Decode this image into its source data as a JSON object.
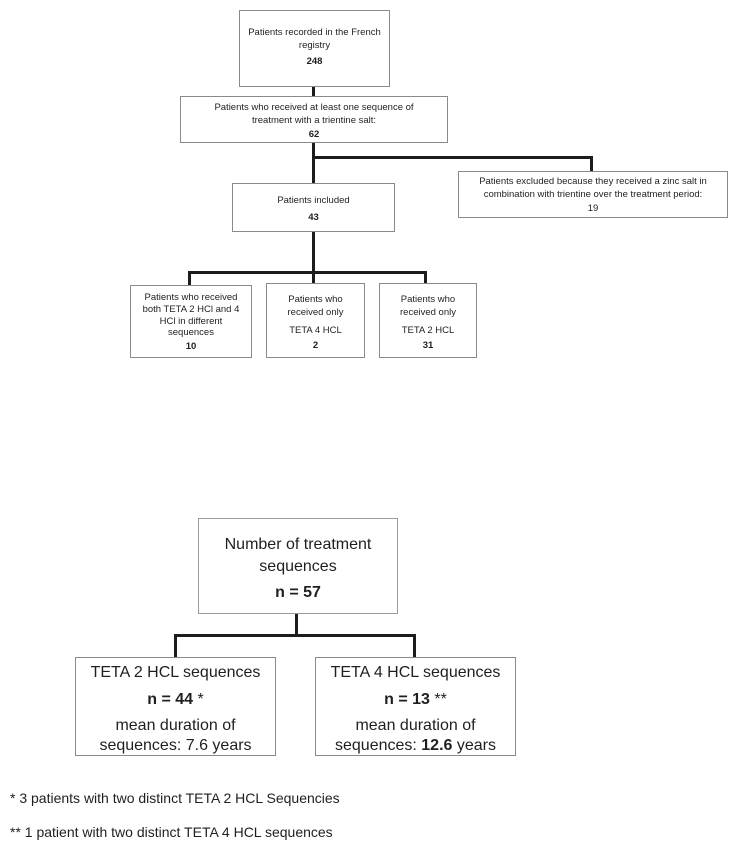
{
  "diagram1": {
    "registry_box": {
      "text": "Patients recorded in the French\nregistry",
      "value": "248"
    },
    "sequence_box": {
      "text": "Patients who received at least one sequence of\ntreatment with a trientine salt:",
      "value": "62"
    },
    "excluded_box": {
      "text": "Patients excluded because they received a zinc salt in\ncombination with trientine over the treatment period:",
      "value": "19"
    },
    "included_box": {
      "text": "Patients included",
      "value": "43"
    },
    "both_salts_box": {
      "text": "Patients who received\nboth TETA 2 HCl and 4\nHCl in different\nsequences",
      "value": "10"
    },
    "only_teta4_box": {
      "text": "Patients who\nreceived only",
      "drug": "TETA 4 HCL",
      "value": "2"
    },
    "only_teta2_box": {
      "text": "Patients who\nreceived only",
      "drug": "TETA 2 HCL",
      "value": "31"
    }
  },
  "diagram2": {
    "total_box": {
      "text": "Number of treatment\nsequences",
      "value": "n = 57"
    },
    "teta2_box": {
      "title": "TETA 2 HCL sequences",
      "value": "n = 44",
      "marker": "*",
      "detail_prefix": "mean duration  of\nsequences: ",
      "duration": "7.6",
      "detail_suffix": " years"
    },
    "teta4_box": {
      "title": "TETA 4 HCL sequences",
      "value": "n = 13",
      "marker": "**",
      "detail_prefix": "mean duration  of\nsequences: ",
      "duration": "12.6",
      "detail_suffix": " years"
    }
  },
  "footnotes": [
    "* 3 patients with two distinct TETA 2 HCL Sequencies",
    "** 1 patient with two distinct TETA 4 HCL sequences"
  ],
  "colors": {
    "box_border": "#8a8a8a",
    "connector": "#1c1c1c",
    "text": "#1f1f1f",
    "background": "#ffffff"
  }
}
